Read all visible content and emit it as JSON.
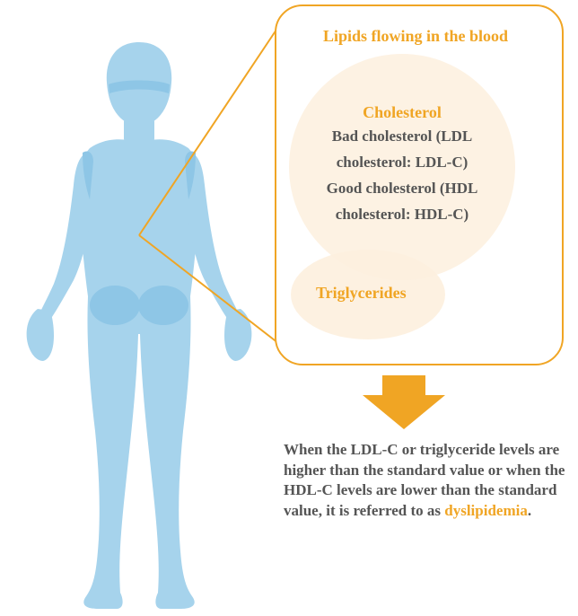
{
  "callout": {
    "title": "Lipids flowing in the blood",
    "cholesterol": {
      "title": "Cholesterol",
      "lines": [
        "Bad cholesterol (LDL",
        "cholesterol: LDL-C)",
        "Good cholesterol (HDL",
        "cholesterol: HDL-C)"
      ]
    },
    "triglycerides": "Triglycerides"
  },
  "explanation": {
    "text_before": "When the LDL-C or triglyceride levels are higher than the standard value or when the HDL-C levels are lower than the standard value, it is referred to as ",
    "highlight": "dyslipidemia",
    "text_after": "."
  },
  "icons": [
    "human-body-figure",
    "down-arrow-icon"
  ],
  "colors": {
    "body": "#a6d3ec",
    "body_shade": "#8ec6e6",
    "accent": "#f0a524",
    "circle_fill": "#fdf0de",
    "text": "#555555"
  }
}
